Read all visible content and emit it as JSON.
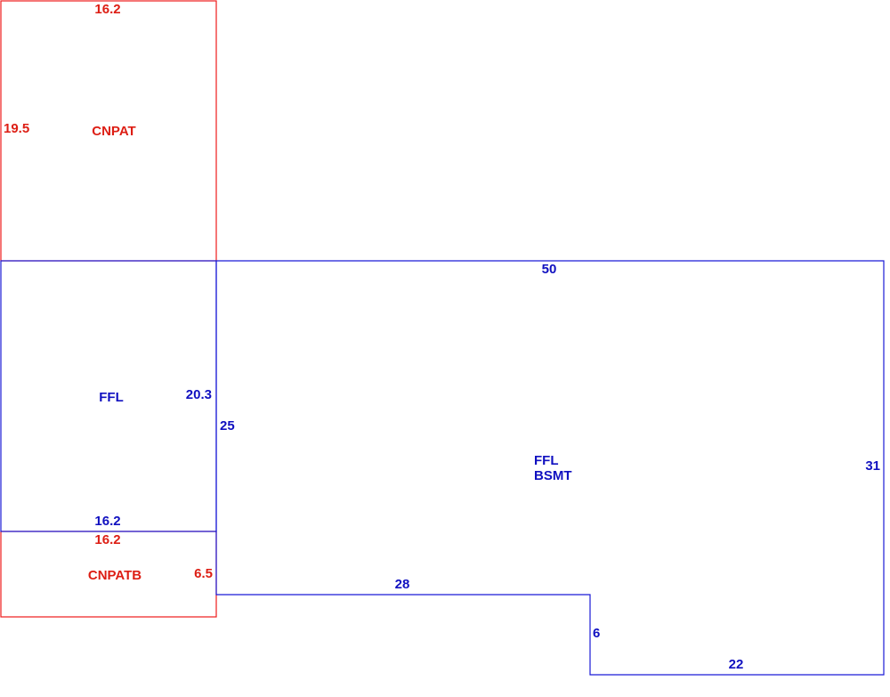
{
  "colors": {
    "canopy": "#dd1e14",
    "floor": "#1010c0",
    "background": "#ffffff"
  },
  "areas": {
    "canopy_top": {
      "name": "CNPAT",
      "width_label": "16.2",
      "height_label": "19.5"
    },
    "first_floor": {
      "name": "FFL",
      "right_label": "20.3",
      "bottom_label": "16.2"
    },
    "canopy_bottom": {
      "name": "CNPATB",
      "top_label": "16.2",
      "right_label": "6.5"
    },
    "basement": {
      "name_line1": "FFL",
      "name_line2": "BSMT",
      "top_label": "50",
      "left_label": "25",
      "right_label": "31",
      "step_top_label": "28",
      "step_side_label": "6",
      "bottom_label": "22"
    }
  }
}
